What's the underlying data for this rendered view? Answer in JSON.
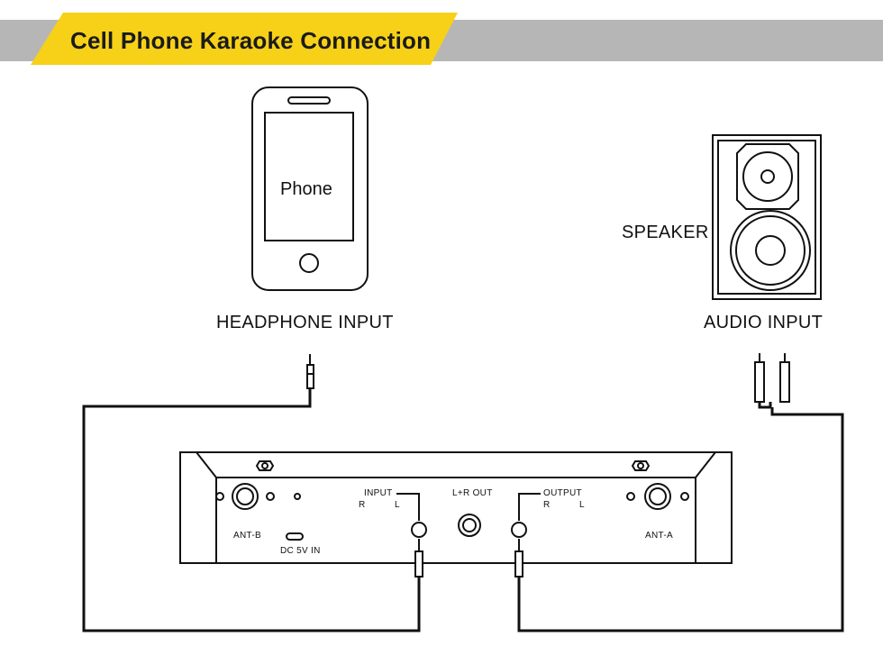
{
  "title": "Cell Phone Karaoke Connection",
  "colors": {
    "banner_accent": "#f7d117",
    "banner_gray": "#b6b6b6",
    "line": "#111111"
  },
  "phone": {
    "screen_label": "Phone",
    "port_label": "HEADPHONE INPUT"
  },
  "speaker": {
    "name_label": "SPEAKER",
    "port_label": "AUDIO INPUT"
  },
  "receiver": {
    "input_label": "INPUT",
    "input_r": "R",
    "input_l": "L",
    "lr_out_label": "L+R OUT",
    "output_label": "OUTPUT",
    "output_r": "R",
    "output_l": "L",
    "ant_b_label": "ANT-B",
    "ant_a_label": "ANT-A",
    "dc_label": "DC 5V IN"
  }
}
